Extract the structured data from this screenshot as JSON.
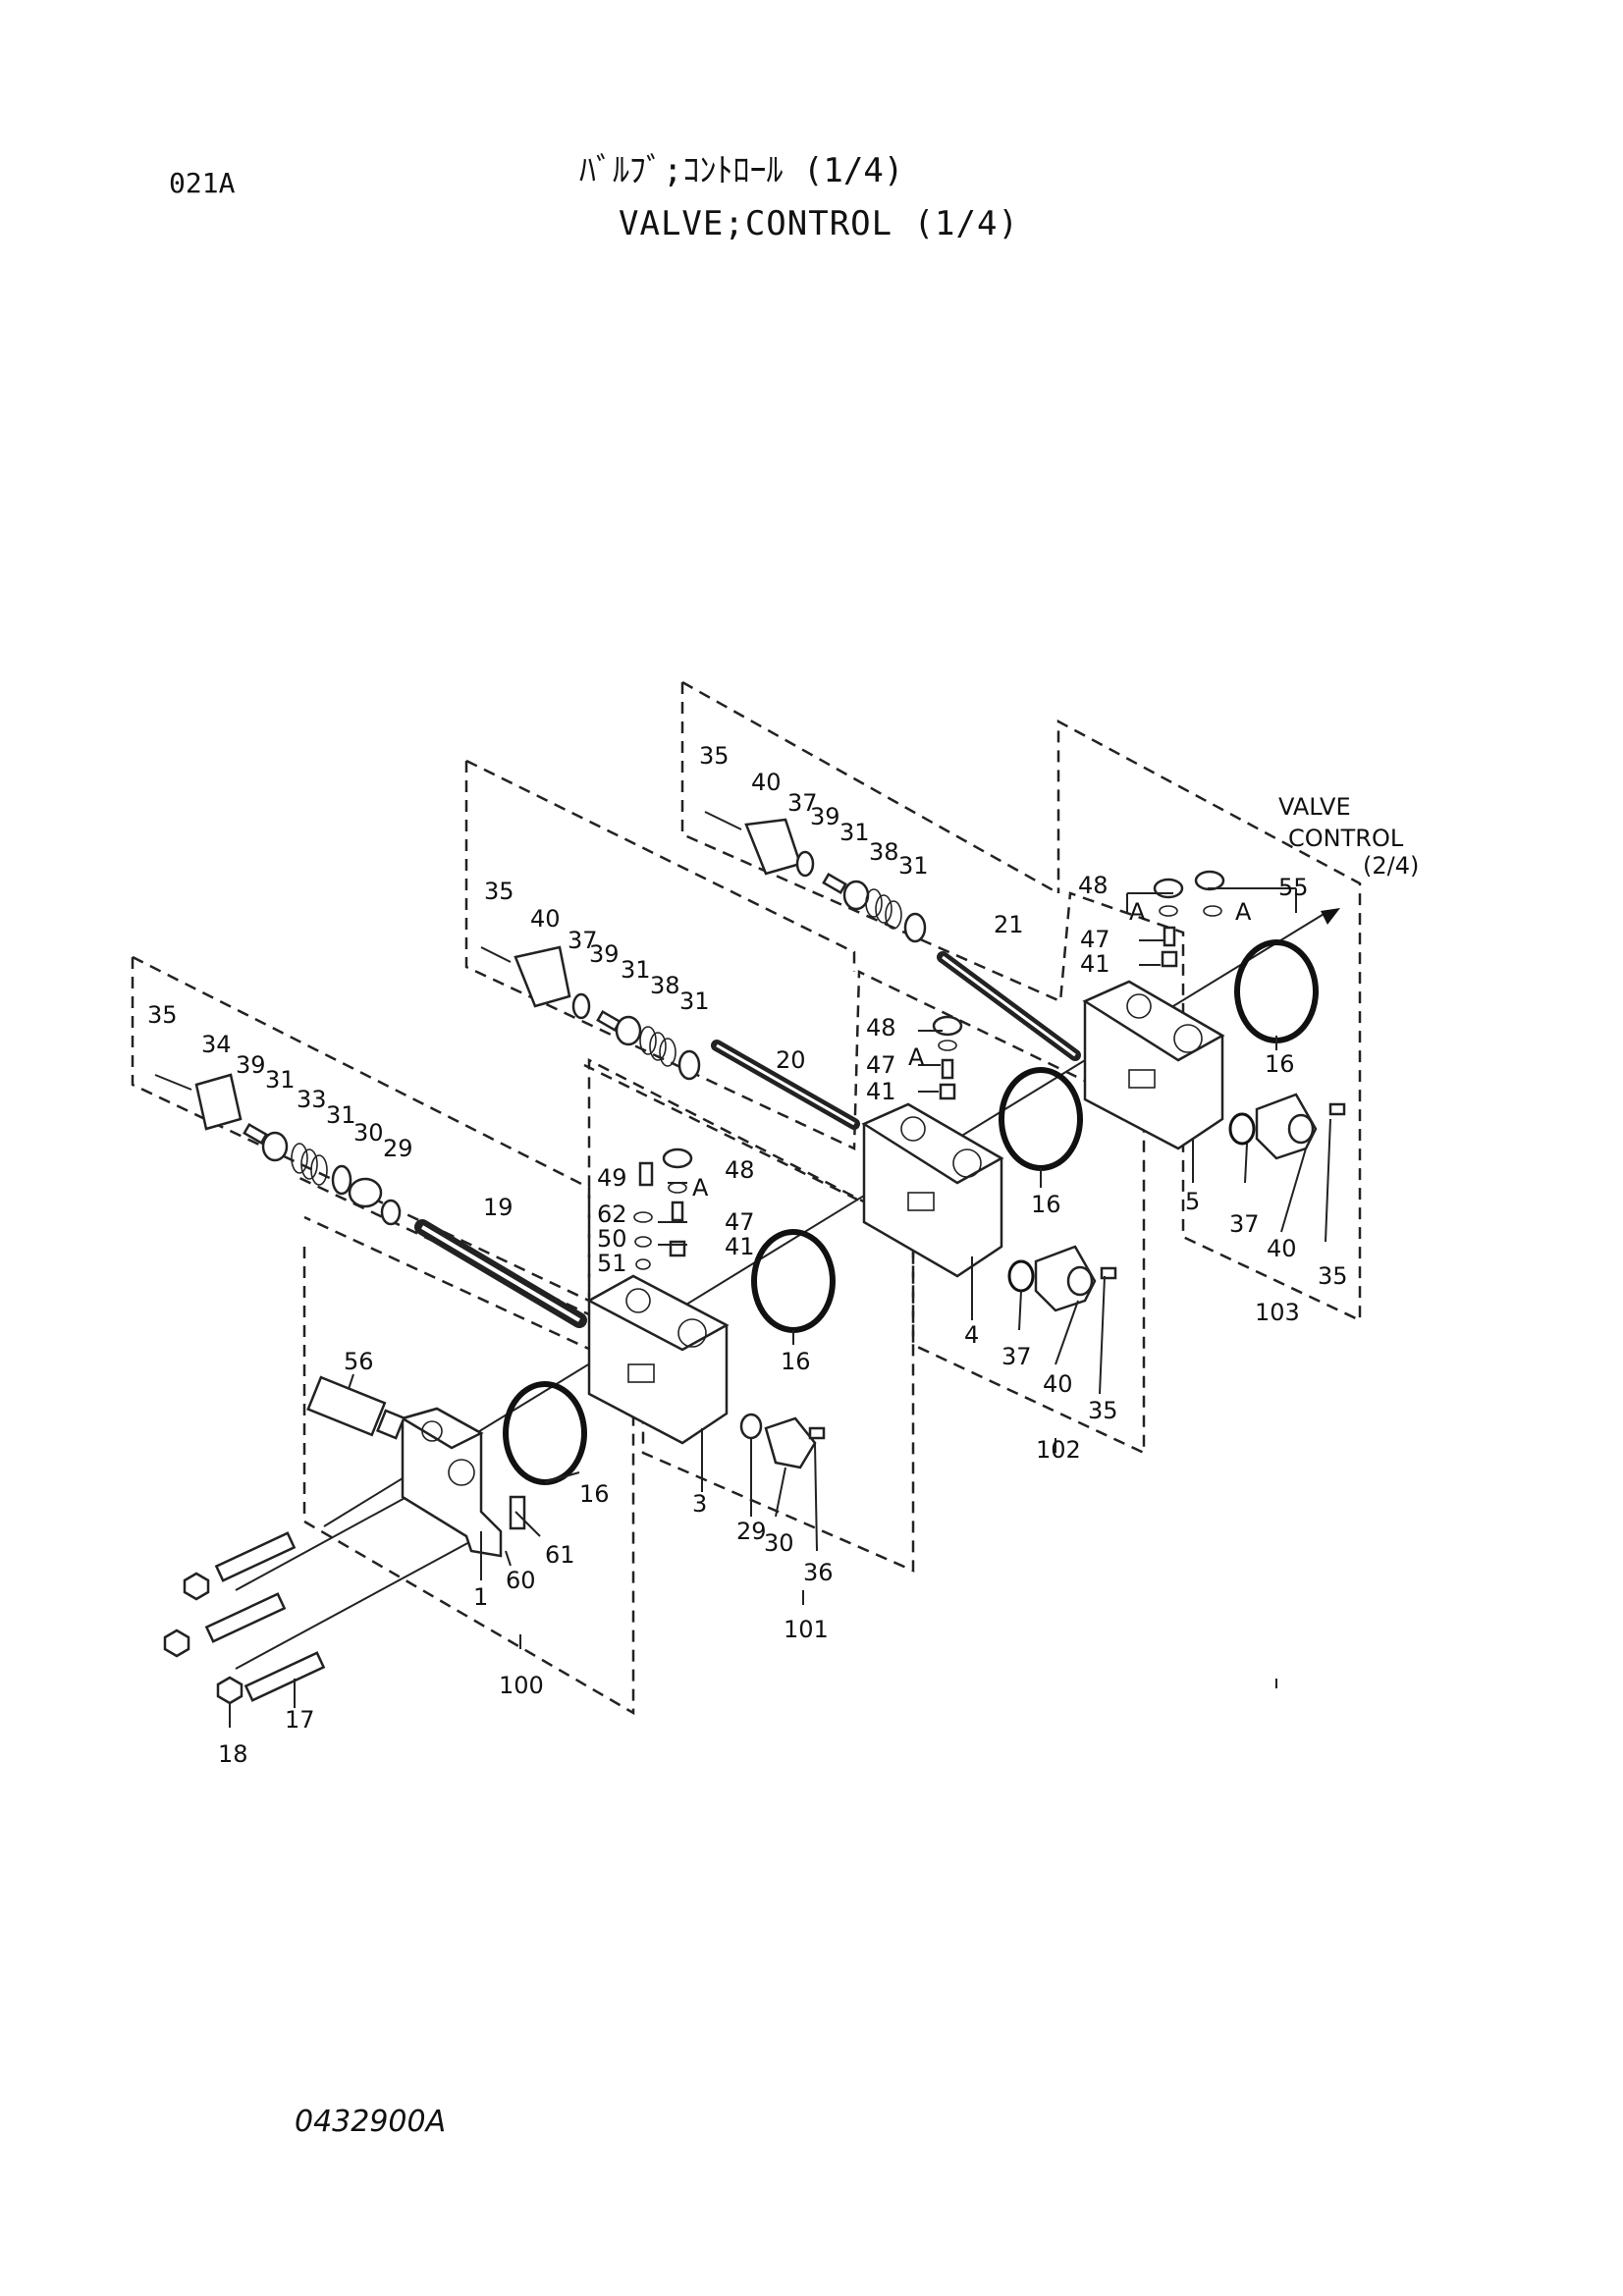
{
  "header": {
    "code": "021A",
    "title_jp": "ﾊﾞﾙﾌﾞ;ｺﾝﾄﾛｰﾙ (1/4)",
    "title_en": "VALVE;CONTROL (1/4)"
  },
  "footer": {
    "drawing_no": "0432900A"
  },
  "reference": {
    "line1": "VALVE",
    "line2": "CONTROL",
    "line3": "(2/4)"
  },
  "labels": {
    "p35a": "35",
    "p40a": "40",
    "p37a": "37",
    "p39a": "39",
    "p31a": "31",
    "p38a": "38",
    "p31b": "31",
    "p48a": "48",
    "p55": "55",
    "pAa": "A",
    "pAb": "A",
    "p47a": "47",
    "p41a": "41",
    "p21": "21",
    "p16a": "16",
    "p35b": "35",
    "p40b": "40",
    "p37b": "37",
    "p39b": "39",
    "p31c": "31",
    "p38b": "38",
    "p31d": "31",
    "p20": "20",
    "p48b": "48",
    "pAc": "A",
    "p47b": "47",
    "p41b": "41",
    "p16b": "16",
    "p5": "5",
    "p37c": "37",
    "p40c": "40",
    "p35c": "35",
    "p103": "103",
    "p35d": "35",
    "p34": "34",
    "p39c": "39",
    "p31e": "31",
    "p33": "33",
    "p31f": "31",
    "p30a": "30",
    "p29a": "29",
    "p19": "19",
    "p49": "49",
    "p48c": "48",
    "pAd": "A",
    "p62": "62",
    "p47c": "47",
    "p50": "50",
    "p41c": "41",
    "p51": "51",
    "p4": "4",
    "p37d": "37",
    "p40d": "40",
    "p35e": "35",
    "p102": "102",
    "p16c": "16",
    "p56": "56",
    "p16d": "16",
    "p3": "3",
    "p29b": "29",
    "p30b": "30",
    "p36": "36",
    "p101": "101",
    "p61": "61",
    "p60": "60",
    "p1": "1",
    "p100": "100",
    "p17": "17",
    "p18": "18"
  }
}
